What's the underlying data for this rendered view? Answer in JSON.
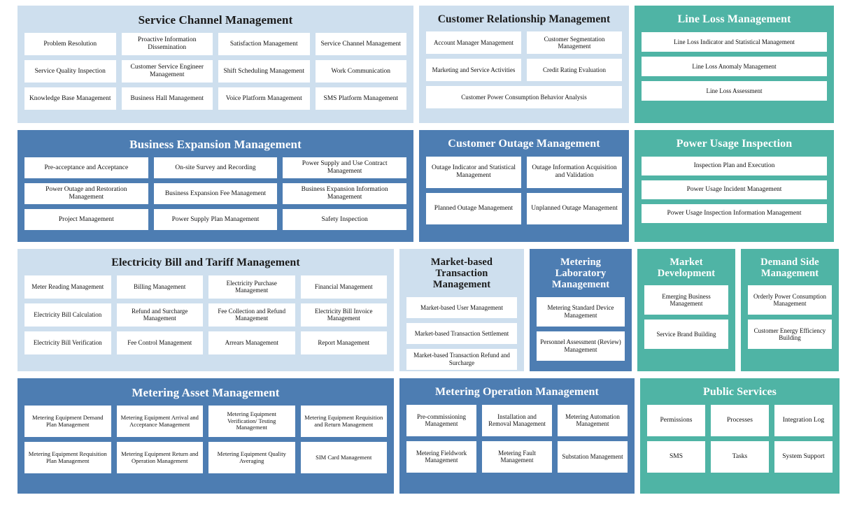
{
  "theme": {
    "light_panel": "#cedfee",
    "blue_panel": "#4d7db2",
    "teal_panel": "#4fb4a5",
    "card_bg": "#ffffff",
    "page_bg": "#ffffff"
  },
  "rows": [
    {
      "panels": [
        {
          "id": "service",
          "title": "Service Channel Management",
          "style": "light",
          "cards": [
            "Problem Resolution",
            "Proactive Information Dissemination",
            "Satisfaction Management",
            "Service Channel Management",
            "Service Quality Inspection",
            "Customer Service Engineer Management",
            "Shift Scheduling Management",
            "Work Communication",
            "Knowledge Base Management",
            "Business Hall Management",
            "Voice Platform Management",
            "SMS Platform Management"
          ]
        },
        {
          "id": "crm",
          "title": "Customer Relationship Management",
          "style": "light",
          "cards": [
            "Account Manager Management",
            "Customer Segmentation Management",
            "Marketing and Service Activities",
            "Credit Rating Evaluation",
            "Customer Power Consumption Behavior Analysis"
          ]
        },
        {
          "id": "lineloss",
          "title": "Line Loss Management",
          "style": "teal",
          "cards": [
            "Line Loss Indicator and Statistical Management",
            "Line Loss Anomaly Management",
            "Line Loss Assessment"
          ]
        }
      ]
    },
    {
      "panels": [
        {
          "id": "bizexp",
          "title": "Business Expansion Management",
          "style": "blue",
          "cards": [
            "Pre-acceptance and Acceptance",
            "On-site Survey and Recording",
            "Power Supply and Use Contract Management",
            "Power Outage and Restoration Management",
            "Business Expansion Fee Management",
            "Business Expansion Information Management",
            "Project Management",
            "Power Supply Plan Management",
            "Safety Inspection"
          ]
        },
        {
          "id": "outage",
          "title": "Customer Outage Management",
          "style": "blue",
          "cards": [
            "Outage Indicator and Statistical Management",
            "Outage Information Acquisition and Validation",
            "Planned Outage Management",
            "Unplanned Outage Management"
          ]
        },
        {
          "id": "usage",
          "title": "Power Usage Inspection",
          "style": "teal",
          "cards": [
            "Inspection Plan and Execution",
            "Power Usage Incident Management",
            "Power Usage Inspection Information Management"
          ]
        }
      ]
    },
    {
      "panels": [
        {
          "id": "bill",
          "title": "Electricity Bill and Tariff Management",
          "style": "light",
          "cards": [
            "Meter Reading Management",
            "Billing Management",
            "Electricity Purchase Management",
            "Financial Management",
            "Electricity Bill Calculation",
            "Refund and Surcharge Management",
            "Fee Collection and Refund Management",
            "Electricity Bill Invoice Management",
            "Electricity Bill Verification",
            "Fee Control Management",
            "Arrears Management",
            "Report Management"
          ]
        },
        {
          "id": "market",
          "title": "Market-based Transaction Management",
          "style": "light",
          "cards": [
            "Market-based User Management",
            "Market-based Transaction Settlement",
            "Market-based Transaction Refund and Surcharge"
          ]
        },
        {
          "id": "lab",
          "title": "Metering Laboratory Management",
          "style": "blue",
          "cards": [
            "Metering Standard Device Management",
            "Personnel Assessment (Review) Management"
          ]
        },
        {
          "id": "mktdev",
          "title": "Market Development",
          "style": "teal",
          "cards": [
            "Emerging Business Management",
            "Service Brand Building"
          ]
        },
        {
          "id": "demand",
          "title": "Demand Side Management",
          "style": "teal",
          "cards": [
            "Orderly Power Consumption Management",
            "Customer Energy Efficiency Building"
          ]
        }
      ]
    },
    {
      "panels": [
        {
          "id": "asset",
          "title": "Metering Asset Management",
          "style": "blue",
          "cards": [
            "Metering Equipment Demand Plan Management",
            "Metering Equipment Arrival and Acceptance Management",
            "Metering Equipment Verification/ Testing Management",
            "Metering Equipment Requisition and Return Management",
            "Metering Equipment Requisition Plan Management",
            "Metering Equipment Return and Operation Management",
            "Metering Equipment Quality Averaging",
            "SIM Card Management"
          ]
        },
        {
          "id": "meterop",
          "title": "Metering Operation Management",
          "style": "blue",
          "cards": [
            "Pre-commissioning Management",
            "Installation and Removal Management",
            "Metering Automation Management",
            "Metering Fieldwork Management",
            "Metering Fault Management",
            "Substation Management"
          ]
        },
        {
          "id": "public",
          "title": "Public Services",
          "style": "teal",
          "cards": [
            "Permissions",
            "Processes",
            "Integration Log",
            "SMS",
            "Tasks",
            "System Support"
          ]
        }
      ]
    }
  ]
}
